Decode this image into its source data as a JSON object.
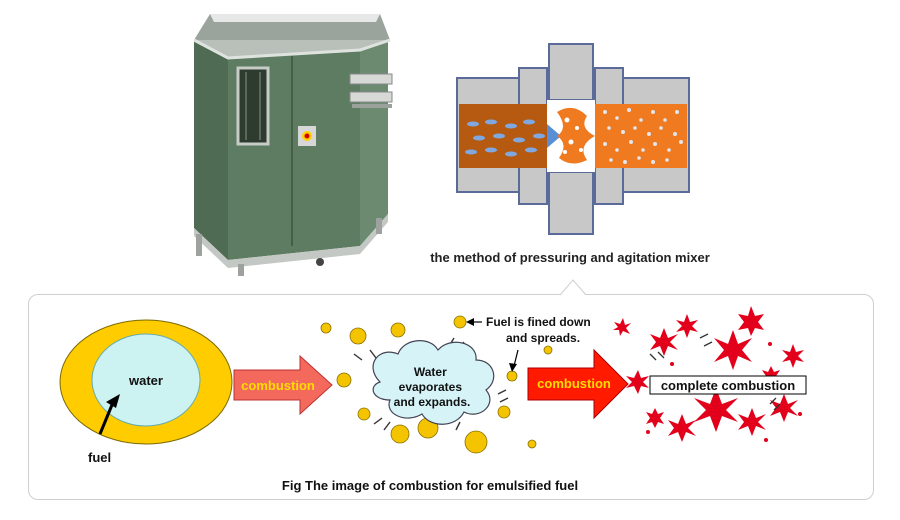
{
  "mixer_caption": "the method of pressuring and agitation mixer",
  "diagram": {
    "water_label": "water",
    "fuel_label": "fuel",
    "arrow1_label": "combustion",
    "cloud_label_lines": [
      "Water",
      "evaporates",
      "and expands."
    ],
    "spread_label_lines": [
      "Fuel is fined down",
      "and spreads."
    ],
    "arrow2_label": "combustion",
    "complete_label": "complete combustion",
    "figure_caption": "Fig The image of combustion for emulsified fuel"
  },
  "colors": {
    "fuel_ring": "#ffcc00",
    "water_core": "#ccf2f2",
    "arrow1_fill": "#f36a5c",
    "arrow2_fill": "#ff1a00",
    "arrow_text": "#ffdd00",
    "spark": "#e3001b",
    "cloud": "#d6f4f8",
    "droplet": "#f5c400",
    "mixer_brown": "#b55a10",
    "mixer_orange": "#f07a20",
    "mixer_grey": "#c8c8c8",
    "mixer_blue": "#5a8fd6"
  },
  "icons": {
    "machine": "emulsion-mixer-machine-photo"
  }
}
